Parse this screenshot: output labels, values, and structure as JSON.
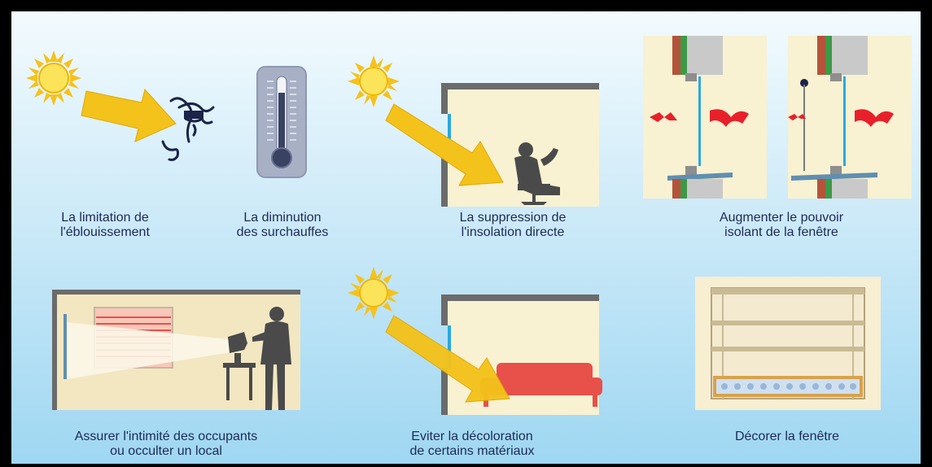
{
  "captions": {
    "glare": "La limitation de\nl'éblouissement",
    "overheat": "La diminution\ndes surchauffes",
    "insolation": "La suppression de\nl'insolation directe",
    "insulation": "Augmenter le pouvoir\nisolant de la fenêtre",
    "privacy": "Assurer l'intimité des occupants\nou occulter un local",
    "discoloration": "Eviter la décoloration\nde certains matériaux",
    "decorate": "Décorer la fenêtre"
  },
  "colors": {
    "sun": "#f6c21a",
    "arrow": "#f3c21b",
    "heat_wave": "#e8202a",
    "glass": "#29a8e0",
    "wall_grey": "#6b6b6b",
    "room_fill": "#f8f1d2",
    "sofa": "#e8504a",
    "caption_text": "#1e2a55"
  },
  "icons": [
    "sun-icon",
    "thermometer-icon",
    "eye-icon",
    "silhouette-icon",
    "projector-icon",
    "sofa-icon",
    "heat-wave-icon"
  ]
}
